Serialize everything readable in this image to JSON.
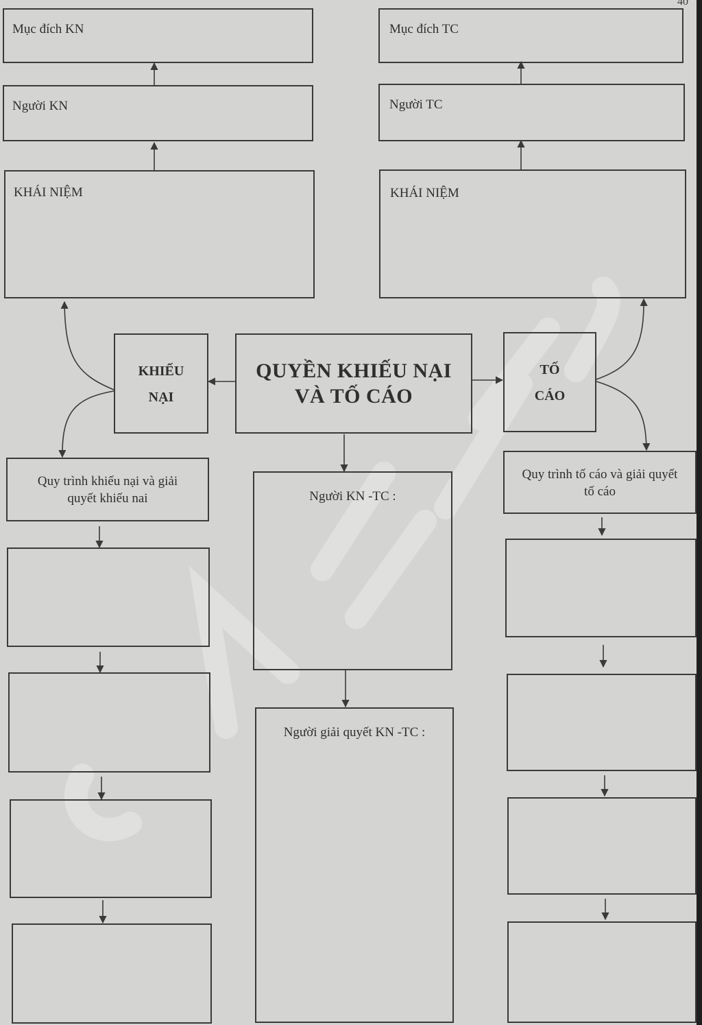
{
  "page_number": "40",
  "center": {
    "title_line1": "QUYỀN KHIẾU NẠI",
    "title_line2": "VÀ TỐ CÁO"
  },
  "left": {
    "title_line1": "KHIẾU",
    "title_line2": "NẠI",
    "purpose": "Mục đích KN",
    "person": "Người KN",
    "concept": "KHÁI NIỆM",
    "process_line1": "Quy trình khiếu nại và giải",
    "process_line2": "quyết khiếu nai"
  },
  "right": {
    "title_line1": "TỐ",
    "title_line2": "CÁO",
    "purpose": "Mục đích TC",
    "person": "Người TC",
    "concept": "KHÁI NIỆM",
    "process_line1": "Quy trình tố cáo và giải quyết",
    "process_line2": "tố cáo"
  },
  "middle": {
    "complainant": "Người KN -TC :",
    "resolver": "Người giải quyết KN -TC :"
  },
  "colors": {
    "paper": "#d4d4d2",
    "ink": "#3a3a3a",
    "watermark": "#e6e6e6",
    "background": "#1f1f1f"
  }
}
